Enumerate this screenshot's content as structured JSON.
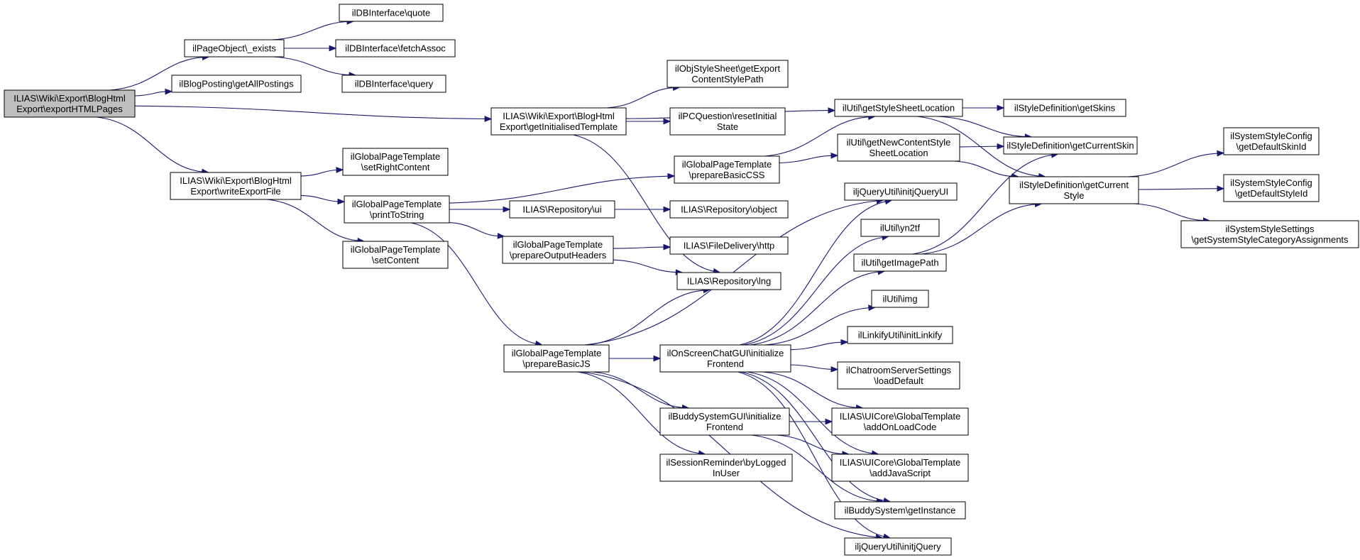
{
  "graph": {
    "nodes": [
      {
        "id": "root",
        "lines": [
          "ILIAS\\Wiki\\Export\\BlogHtml",
          "Export\\exportHTMLPages"
        ],
        "root": true
      },
      {
        "id": "pageobj_exists",
        "lines": [
          "ilPageObject\\_exists"
        ]
      },
      {
        "id": "blog_getall",
        "lines": [
          "ilBlogPosting\\getAllPostings"
        ]
      },
      {
        "id": "db_quote",
        "lines": [
          "ilDBInterface\\quote"
        ]
      },
      {
        "id": "db_fetch",
        "lines": [
          "ilDBInterface\\fetchAssoc"
        ]
      },
      {
        "id": "db_query",
        "lines": [
          "ilDBInterface\\query"
        ]
      },
      {
        "id": "get_init_tpl",
        "lines": [
          "ILIAS\\Wiki\\Export\\BlogHtml",
          "Export\\getInitialisedTemplate"
        ]
      },
      {
        "id": "write_export",
        "lines": [
          "ILIAS\\Wiki\\Export\\BlogHtml",
          "Export\\writeExportFile"
        ]
      },
      {
        "id": "gpt_setright",
        "lines": [
          "ilGlobalPageTemplate",
          "\\setRightContent"
        ]
      },
      {
        "id": "gpt_printtostring",
        "lines": [
          "ilGlobalPageTemplate",
          "\\printToString"
        ]
      },
      {
        "id": "gpt_setcontent",
        "lines": [
          "ilGlobalPageTemplate",
          "\\setContent"
        ]
      },
      {
        "id": "objstyle_getexport",
        "lines": [
          "ilObjStyleSheet\\getExport",
          "ContentStylePath"
        ]
      },
      {
        "id": "pcq_reset",
        "lines": [
          "ilPCQuestion\\resetInitial",
          "State"
        ]
      },
      {
        "id": "gpt_basiccss",
        "lines": [
          "ilGlobalPageTemplate",
          "\\prepareBasicCSS"
        ]
      },
      {
        "id": "repo_ui",
        "lines": [
          "ILIAS\\Repository\\ui"
        ]
      },
      {
        "id": "gpt_outputheaders",
        "lines": [
          "ilGlobalPageTemplate",
          "\\prepareOutputHeaders"
        ]
      },
      {
        "id": "gpt_basicjs",
        "lines": [
          "ilGlobalPageTemplate",
          "\\prepareBasicJS"
        ]
      },
      {
        "id": "repo_object",
        "lines": [
          "ILIAS\\Repository\\object"
        ]
      },
      {
        "id": "filedelivery_http",
        "lines": [
          "ILIAS\\FileDelivery\\http"
        ]
      },
      {
        "id": "repo_lng",
        "lines": [
          "ILIAS\\Repository\\lng"
        ]
      },
      {
        "id": "util_getstylesheet",
        "lines": [
          "ilUtil\\getStyleSheetLocation"
        ]
      },
      {
        "id": "util_getnewcontent",
        "lines": [
          "ilUtil\\getNewContentStyle",
          "SheetLocation"
        ]
      },
      {
        "id": "jquery_ui",
        "lines": [
          "iljQueryUtil\\initjQueryUI"
        ]
      },
      {
        "id": "util_yn2tf",
        "lines": [
          "ilUtil\\yn2tf"
        ]
      },
      {
        "id": "util_getimagepath",
        "lines": [
          "ilUtil\\getImagePath"
        ]
      },
      {
        "id": "util_img",
        "lines": [
          "ilUtil\\img"
        ]
      },
      {
        "id": "linkify",
        "lines": [
          "ilLinkifyUtil\\initLinkify"
        ]
      },
      {
        "id": "chatroom_load",
        "lines": [
          "ilChatroomServerSettings",
          "\\loadDefault"
        ]
      },
      {
        "id": "gt_onload",
        "lines": [
          "ILIAS\\UICore\\GlobalTemplate",
          "\\addOnLoadCode"
        ]
      },
      {
        "id": "gt_addjs",
        "lines": [
          "ILIAS\\UICore\\GlobalTemplate",
          "\\addJavaScript"
        ]
      },
      {
        "id": "buddy_getinstance",
        "lines": [
          "ilBuddySystem\\getInstance"
        ]
      },
      {
        "id": "jquery_init",
        "lines": [
          "iljQueryUtil\\initjQuery"
        ]
      },
      {
        "id": "chat_init",
        "lines": [
          "ilOnScreenChatGUI\\initialize",
          "Frontend"
        ]
      },
      {
        "id": "buddy_init",
        "lines": [
          "ilBuddySystemGUI\\initialize",
          "Frontend"
        ]
      },
      {
        "id": "session_reminder",
        "lines": [
          "ilSessionReminder\\byLogged",
          "InUser"
        ]
      },
      {
        "id": "styledef_getskins",
        "lines": [
          "ilStyleDefinition\\getSkins"
        ]
      },
      {
        "id": "styledef_currentskin",
        "lines": [
          "ilStyleDefinition\\getCurrentSkin"
        ]
      },
      {
        "id": "styledef_currentstyle",
        "lines": [
          "ilStyleDefinition\\getCurrent",
          "Style"
        ]
      },
      {
        "id": "sysstyle_skinid",
        "lines": [
          "ilSystemStyleConfig",
          "\\getDefaultSkinId"
        ]
      },
      {
        "id": "sysstyle_styleid",
        "lines": [
          "ilSystemStyleConfig",
          "\\getDefaultStyleId"
        ]
      },
      {
        "id": "sysstyle_assign",
        "lines": [
          "ilSystemStyleSettings",
          "\\getSystemStyleCategoryAssignments"
        ]
      }
    ],
    "edges": [
      [
        "root",
        "pageobj_exists"
      ],
      [
        "root",
        "blog_getall"
      ],
      [
        "root",
        "get_init_tpl"
      ],
      [
        "root",
        "write_export"
      ],
      [
        "pageobj_exists",
        "db_quote"
      ],
      [
        "pageobj_exists",
        "db_fetch"
      ],
      [
        "pageobj_exists",
        "db_query"
      ],
      [
        "get_init_tpl",
        "util_getstylesheet"
      ],
      [
        "get_init_tpl",
        "objstyle_getexport"
      ],
      [
        "get_init_tpl",
        "pcq_reset"
      ],
      [
        "get_init_tpl",
        "repo_lng"
      ],
      [
        "write_export",
        "gpt_setright"
      ],
      [
        "write_export",
        "gpt_printtostring"
      ],
      [
        "write_export",
        "gpt_setcontent"
      ],
      [
        "gpt_printtostring",
        "gpt_basiccss"
      ],
      [
        "gpt_printtostring",
        "repo_ui"
      ],
      [
        "gpt_printtostring",
        "gpt_outputheaders"
      ],
      [
        "gpt_printtostring",
        "gpt_basicjs"
      ],
      [
        "repo_ui",
        "repo_object"
      ],
      [
        "gpt_outputheaders",
        "filedelivery_http"
      ],
      [
        "gpt_outputheaders",
        "repo_lng"
      ],
      [
        "gpt_basiccss",
        "util_getstylesheet"
      ],
      [
        "gpt_basiccss",
        "util_getnewcontent"
      ],
      [
        "gpt_basicjs",
        "repo_lng"
      ],
      [
        "gpt_basicjs",
        "jquery_ui"
      ],
      [
        "gpt_basicjs",
        "chat_init"
      ],
      [
        "gpt_basicjs",
        "buddy_init"
      ],
      [
        "gpt_basicjs",
        "session_reminder"
      ],
      [
        "gpt_basicjs",
        "jquery_init"
      ],
      [
        "chat_init",
        "jquery_ui"
      ],
      [
        "chat_init",
        "util_yn2tf"
      ],
      [
        "chat_init",
        "util_getimagepath"
      ],
      [
        "chat_init",
        "util_img"
      ],
      [
        "chat_init",
        "linkify"
      ],
      [
        "chat_init",
        "chatroom_load"
      ],
      [
        "chat_init",
        "gt_onload"
      ],
      [
        "chat_init",
        "gt_addjs"
      ],
      [
        "chat_init",
        "buddy_getinstance"
      ],
      [
        "chat_init",
        "jquery_init"
      ],
      [
        "buddy_init",
        "gt_onload"
      ],
      [
        "buddy_init",
        "gt_addjs"
      ],
      [
        "buddy_init",
        "buddy_getinstance"
      ],
      [
        "util_getstylesheet",
        "styledef_getskins"
      ],
      [
        "util_getstylesheet",
        "styledef_currentskin"
      ],
      [
        "util_getstylesheet",
        "styledef_currentstyle"
      ],
      [
        "util_getnewcontent",
        "styledef_currentskin"
      ],
      [
        "util_getnewcontent",
        "styledef_currentstyle"
      ],
      [
        "util_getimagepath",
        "styledef_currentskin"
      ],
      [
        "util_getimagepath",
        "styledef_currentstyle"
      ],
      [
        "styledef_currentstyle",
        "sysstyle_skinid"
      ],
      [
        "styledef_currentstyle",
        "sysstyle_styleid"
      ],
      [
        "styledef_currentstyle",
        "sysstyle_assign"
      ]
    ]
  }
}
